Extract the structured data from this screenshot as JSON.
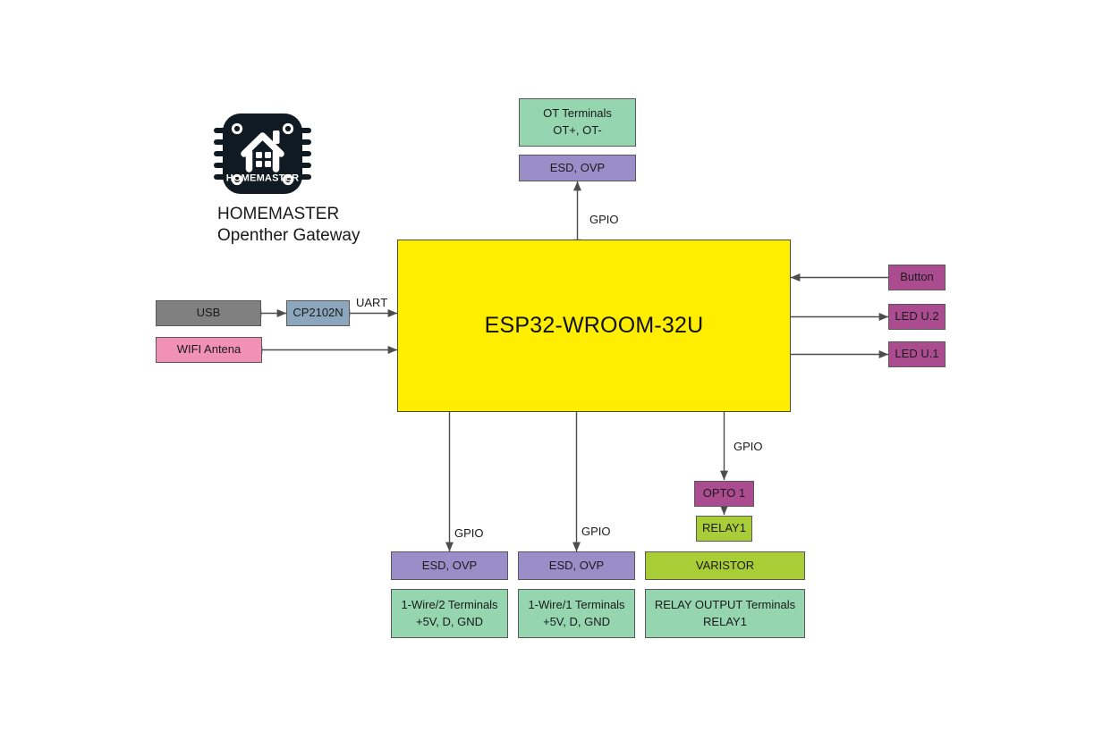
{
  "brand": {
    "logo_icon": "homemaster-chip-house-logo",
    "title_line1": "HOMEMASTER",
    "title_line2": "Openther Gateway",
    "logo_text": "HOMEMASTER",
    "logo_bg": "#101a22",
    "logo_fg": "#ffffff"
  },
  "diagram": {
    "type": "block-diagram",
    "mcu": {
      "label": "ESP32-WROOM-32U",
      "color": "#ffee00"
    },
    "colors": {
      "green_terminal": "#95d5af",
      "purple_esd": "#9b8ec8",
      "magenta": "#ab4c91",
      "pink": "#f291b6",
      "gray": "#808080",
      "blue_gray": "#8ca7bd",
      "yellow_green": "#a9cd36",
      "yellow": "#ffee00",
      "stroke": "#595959"
    },
    "nodes": {
      "ot_terminals": {
        "line1": "OT Terminals",
        "line2": "OT+, OT-"
      },
      "esd_top": {
        "line1": "ESD, OVP"
      },
      "usb": {
        "line1": "USB"
      },
      "cp2102n": {
        "line1": "CP2102N"
      },
      "wifi_antenna": {
        "line1": "WIFI Antena"
      },
      "button": {
        "line1": "Button"
      },
      "led_u2": {
        "line1": "LED U.2"
      },
      "led_u1": {
        "line1": "LED U.1"
      },
      "esd_left": {
        "line1": "ESD, OVP"
      },
      "esd_mid": {
        "line1": "ESD, OVP"
      },
      "onewire2": {
        "line1": "1-Wire/2 Terminals",
        "line2": "+5V, D, GND"
      },
      "onewire1": {
        "line1": "1-Wire/1 Terminals",
        "line2": "+5V, D, GND"
      },
      "opto1": {
        "line1": "OPTO 1"
      },
      "relay1": {
        "line1": "RELAY1"
      },
      "varistor": {
        "line1": "VARISTOR"
      },
      "relay_output": {
        "line1": "RELAY OUTPUT Terminals",
        "line2": "RELAY1"
      }
    },
    "edge_labels": {
      "gpio_top": "GPIO",
      "uart": "UART",
      "gpio_left": "GPIO",
      "gpio_mid": "GPIO",
      "gpio_relay": "GPIO"
    }
  }
}
